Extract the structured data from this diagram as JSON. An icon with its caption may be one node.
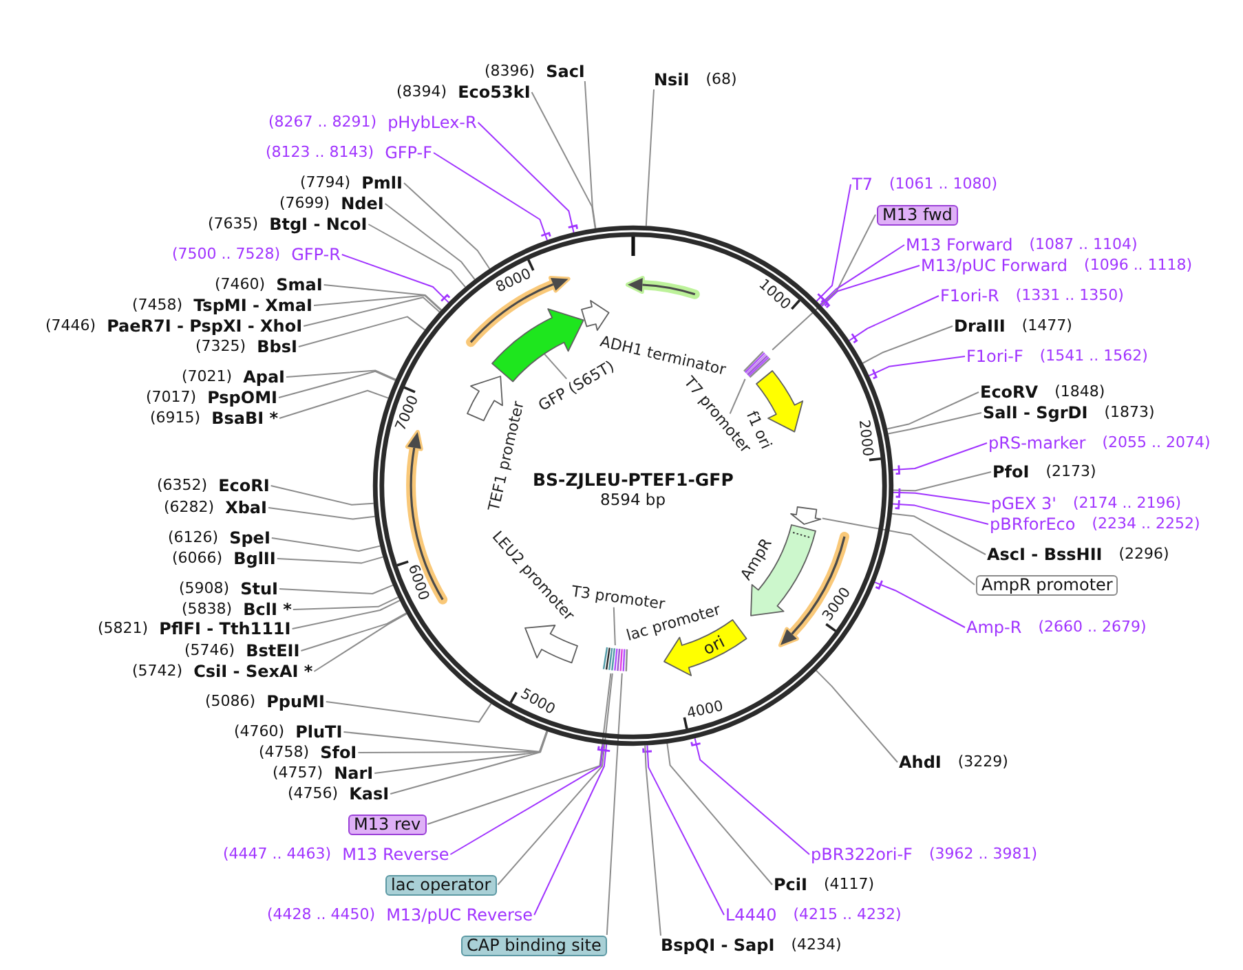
{
  "diagram": {
    "nodes": [
      {
        "text": [
          "BS-ZJLEU-PTEF1-GFP",
          "8594 bp"
        ]
      },
      {
        "text": [],
        "shape": "arrow",
        "in": 0
      },
      {
        "text": [],
        "shape": "bar",
        "in": 0
      },
      {
        "text": [
          "T7 promoter"
        ],
        "in": 0
      },
      {
        "text": [],
        "shape": "arrow",
        "in": 0
      },
      {
        "text": [],
        "shape": "arrow",
        "in": 0
      },
      {
        "text": [],
        "shape": "arrow",
        "in": 0
      },
      {
        "text": [],
        "shape": "arrow",
        "in": 0
      },
      {
        "text": [
          "ori"
        ],
        "in": 0
      },
      {
        "text": [],
        "shape": "bar",
        "in": 0
      },
      {
        "text": [
          "T3 promoter"
        ],
        "in": 0
      },
      {
        "text": [],
        "shape": "arrow",
        "in": 0
      },
      {
        "text": [],
        "shape": "arrow",
        "in": 0
      },
      {
        "text": [],
        "shape": "arrow",
        "in": 0
      },
      {
        "text": [],
        "shape": "arrow",
        "in": 0
      },
      {
        "text": [
          "GFP (S65T)"
        ],
        "in": 0
      },
      {
        "text": [],
        "shape": "arrow",
        "in": 0
      },
      {
        "text": [],
        "shape": "arrow",
        "in": 0
      },
      {
        "text": [
          "NsiI",
          "(68)"
        ]
      },
      {
        "text": [
          "T7",
          "(1061 .. 1080)"
        ]
      },
      {
        "text": [
          "M13 fwd"
        ]
      },
      {
        "text": [
          "M13 Forward",
          "(1087 .. 1104)"
        ]
      },
      {
        "text": [
          "M13/pUC Forward",
          "(1096 .. 1118)"
        ]
      },
      {
        "text": [
          "F1ori-R",
          "(1331 .. 1350)"
        ]
      },
      {
        "text": [
          "DraIII",
          "(1477)"
        ]
      },
      {
        "text": [
          "F1ori-F",
          "(1541 .. 1562)"
        ]
      },
      {
        "text": [
          "EcoRV",
          "(1848)"
        ]
      },
      {
        "text": [
          "SalI - SgrDI",
          "(1873)"
        ]
      },
      {
        "text": [
          "pRS-marker",
          "(2055 .. 2074)"
        ]
      },
      {
        "text": [
          "PfoI",
          "(2173)"
        ]
      },
      {
        "text": [
          "pGEX 3'",
          "(2174 .. 2196)"
        ]
      },
      {
        "text": [
          "pBRforEco",
          "(2234 .. 2252)"
        ]
      },
      {
        "text": [
          "AscI - BssHII",
          "(2296)"
        ]
      },
      {
        "text": [
          "AmpR promoter"
        ]
      },
      {
        "text": [
          "Amp-R",
          "(2660 .. 2679)"
        ]
      },
      {
        "text": [
          "AhdI",
          "(3229)"
        ]
      },
      {
        "text": [
          "pBR322ori-F",
          "(3962 .. 3981)"
        ]
      },
      {
        "text": [
          "PciI",
          "(4117)"
        ]
      },
      {
        "text": [
          "L4440",
          "(4215 .. 4232)"
        ]
      },
      {
        "text": [
          "BspQI - SapI",
          "(4234)"
        ]
      },
      {
        "text": [
          "(8396)",
          "SacI"
        ]
      },
      {
        "text": [
          "(8394)",
          "Eco53kI"
        ]
      },
      {
        "text": [
          "(8267 .. 8291)",
          "pHybLex-R"
        ]
      },
      {
        "text": [
          "(8123 .. 8143)",
          "GFP-F"
        ]
      },
      {
        "text": [
          "(7794)",
          "PmlI"
        ]
      },
      {
        "text": [
          "(7699)",
          "NdeI"
        ]
      },
      {
        "text": [
          "(7635)",
          "BtgI - NcoI"
        ]
      },
      {
        "text": [
          "(7500 .. 7528)",
          "GFP-R"
        ]
      },
      {
        "text": [
          "(7460)",
          "SmaI"
        ]
      },
      {
        "text": [
          "(7458)",
          "TspMI - XmaI"
        ]
      },
      {
        "text": [
          "(7446)",
          "PaeR7I - PspXI - XhoI"
        ]
      },
      {
        "text": [
          "(7325)",
          "BbsI"
        ]
      },
      {
        "text": [
          "(7021)",
          "ApaI"
        ]
      },
      {
        "text": [
          "(7017)",
          "PspOMI"
        ]
      },
      {
        "text": [
          "(6915)",
          "BsaBI *"
        ]
      },
      {
        "text": [
          "(6352)",
          "EcoRI"
        ]
      },
      {
        "text": [
          "(6282)",
          "XbaI"
        ]
      },
      {
        "text": [
          "(6126)",
          "SpeI"
        ]
      },
      {
        "text": [
          "(6066)",
          "BglII"
        ]
      },
      {
        "text": [
          "(5908)",
          "StuI"
        ]
      },
      {
        "text": [
          "(5838)",
          "BclI *"
        ]
      },
      {
        "text": [
          "(5821)",
          "PflFI - Tth111I"
        ]
      },
      {
        "text": [
          "(5746)",
          "BstEII"
        ]
      },
      {
        "text": [
          "(5742)",
          "CsiI - SexAI *"
        ]
      },
      {
        "text": [
          "(5086)",
          "PpuMI"
        ]
      },
      {
        "text": [
          "(4760)",
          "PluTI"
        ]
      },
      {
        "text": [
          "(4758)",
          "SfoI"
        ]
      },
      {
        "text": [
          "(4757)",
          "NarI"
        ]
      },
      {
        "text": [
          "(4756)",
          "KasI"
        ]
      },
      {
        "text": [
          "M13 rev"
        ]
      },
      {
        "text": [
          "(4447 .. 4463)",
          "M13 Reverse"
        ]
      },
      {
        "text": [
          "lac operator"
        ]
      },
      {
        "text": [
          "(4428 .. 4450)",
          "M13/pUC Reverse"
        ]
      },
      {
        "text": [
          "CAP binding site"
        ]
      }
    ],
    "edges": [
      {
        "from": 18,
        "to": 0,
        "arrow": "none"
      },
      {
        "from": 19,
        "to": 0,
        "arrow": "none",
        "color": "#a033ff"
      },
      {
        "from": 20,
        "to": 2,
        "arrow": "none"
      },
      {
        "from": 21,
        "to": 0,
        "arrow": "none",
        "color": "#a033ff"
      },
      {
        "from": 22,
        "to": 0,
        "arrow": "none",
        "color": "#a033ff"
      },
      {
        "from": 23,
        "to": 0,
        "arrow": "none",
        "color": "#a033ff"
      },
      {
        "from": 24,
        "to": 0,
        "arrow": "none"
      },
      {
        "from": 25,
        "to": 0,
        "arrow": "none",
        "color": "#a033ff"
      },
      {
        "from": 26,
        "to": 0,
        "arrow": "none"
      },
      {
        "from": 27,
        "to": 0,
        "arrow": "none"
      },
      {
        "from": 28,
        "to": 0,
        "arrow": "none",
        "color": "#a033ff"
      },
      {
        "from": 29,
        "to": 0,
        "arrow": "none"
      },
      {
        "from": 30,
        "to": 0,
        "arrow": "none",
        "color": "#a033ff"
      },
      {
        "from": 31,
        "to": 0,
        "arrow": "none",
        "color": "#a033ff"
      },
      {
        "from": 32,
        "to": 0,
        "arrow": "none"
      },
      {
        "from": 33,
        "to": 5,
        "arrow": "none"
      },
      {
        "from": 34,
        "to": 0,
        "arrow": "none",
        "color": "#a033ff"
      },
      {
        "from": 35,
        "to": 0,
        "arrow": "none"
      },
      {
        "from": 36,
        "to": 0,
        "arrow": "none",
        "color": "#a033ff"
      },
      {
        "from": 37,
        "to": 0,
        "arrow": "none"
      },
      {
        "from": 38,
        "to": 0,
        "arrow": "none",
        "color": "#a033ff"
      },
      {
        "from": 39,
        "to": 0,
        "arrow": "none"
      },
      {
        "from": 40,
        "to": 0,
        "arrow": "none"
      },
      {
        "from": 41,
        "to": 0,
        "arrow": "none"
      },
      {
        "from": 42,
        "to": 0,
        "arrow": "none",
        "color": "#a033ff"
      },
      {
        "from": 43,
        "to": 0,
        "arrow": "none",
        "color": "#a033ff"
      },
      {
        "from": 44,
        "to": 0,
        "arrow": "none"
      },
      {
        "from": 45,
        "to": 0,
        "arrow": "none"
      },
      {
        "from": 46,
        "to": 0,
        "arrow": "none"
      },
      {
        "from": 47,
        "to": 0,
        "arrow": "none",
        "color": "#a033ff"
      },
      {
        "from": 48,
        "to": 0,
        "arrow": "none"
      },
      {
        "from": 49,
        "to": 0,
        "arrow": "none"
      },
      {
        "from": 50,
        "to": 0,
        "arrow": "none"
      },
      {
        "from": 51,
        "to": 0,
        "arrow": "none"
      },
      {
        "from": 52,
        "to": 0,
        "arrow": "none"
      },
      {
        "from": 53,
        "to": 0,
        "arrow": "none"
      },
      {
        "from": 54,
        "to": 0,
        "arrow": "none"
      },
      {
        "from": 55,
        "to": 0,
        "arrow": "none"
      },
      {
        "from": 56,
        "to": 0,
        "arrow": "none"
      },
      {
        "from": 57,
        "to": 0,
        "arrow": "none"
      },
      {
        "from": 58,
        "to": 0,
        "arrow": "none"
      },
      {
        "from": 59,
        "to": 0,
        "arrow": "none"
      },
      {
        "from": 60,
        "to": 0,
        "arrow": "none"
      },
      {
        "from": 61,
        "to": 0,
        "arrow": "none"
      },
      {
        "from": 62,
        "to": 0,
        "arrow": "none"
      },
      {
        "from": 63,
        "to": 0,
        "arrow": "none"
      },
      {
        "from": 64,
        "to": 0,
        "arrow": "none"
      },
      {
        "from": 65,
        "to": 0,
        "arrow": "none"
      },
      {
        "from": 66,
        "to": 0,
        "arrow": "none"
      },
      {
        "from": 67,
        "to": 0,
        "arrow": "none"
      },
      {
        "from": 68,
        "to": 0,
        "arrow": "none"
      },
      {
        "from": 69,
        "to": 9,
        "arrow": "none"
      },
      {
        "from": 70,
        "to": 0,
        "arrow": "none",
        "color": "#a033ff"
      },
      {
        "from": 71,
        "to": 9,
        "arrow": "none"
      },
      {
        "from": 72,
        "to": 0,
        "arrow": "none",
        "color": "#a033ff"
      },
      {
        "from": 73,
        "to": 9,
        "arrow": "none"
      },
      {
        "from": 15,
        "to": 14,
        "arrow": "none"
      },
      {
        "from": 3,
        "to": 2,
        "arrow": "none"
      },
      {
        "from": 10,
        "to": 9,
        "arrow": "none"
      }
    ],
    "labels": [
      "ADH1 terminator",
      "f1 ori",
      "AmpR",
      "lac promoter",
      "LEU2 promoter",
      "TEF1 promoter",
      "1000",
      "2000",
      "3000",
      "4000",
      "5000",
      "6000",
      "7000",
      "8000"
    ]
  }
}
